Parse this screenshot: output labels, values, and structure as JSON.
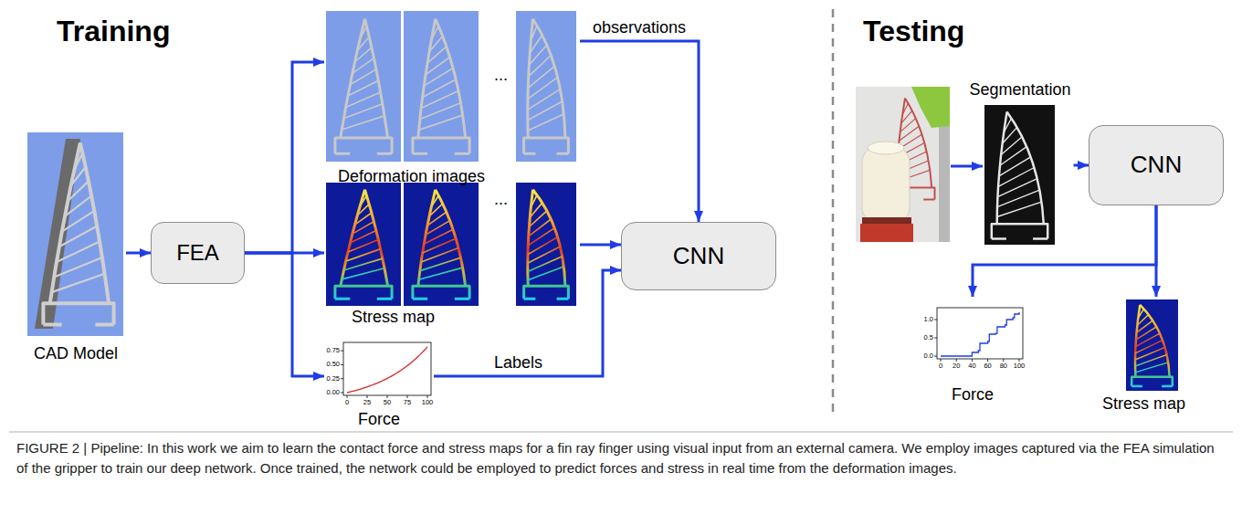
{
  "diagram": {
    "caption": "FIGURE 2 | Pipeline: In this work we aim to learn the contact force and stress maps for a fin ray finger using visual input from an external camera. We employ images captured via the FEA simulation of the gripper to train our deep network. Once trained, the network could be employed to predict forces and stress in real time from the deformation images.",
    "nodes": [
      {
        "text": [
          "CAD Model"
        ]
      },
      {
        "text": [
          "FEA"
        ]
      },
      {
        "text": [
          "...",
          "Deformation images"
        ]
      },
      {
        "text": [
          "...",
          "Stress map"
        ]
      },
      {
        "text": [
          "Force"
        ]
      },
      {
        "text": [
          "CNN"
        ]
      },
      {
        "text": [
          "Segmentation"
        ]
      },
      {
        "text": [
          "CNN"
        ]
      },
      {
        "text": [
          "Force"
        ]
      },
      {
        "text": [
          "Stress map"
        ]
      }
    ],
    "edges": [
      {
        "from": 0,
        "to": 1,
        "arrow": "to"
      },
      {
        "from": 1,
        "to": 2,
        "arrow": "to"
      },
      {
        "from": 1,
        "to": 3,
        "arrow": "to"
      },
      {
        "from": 1,
        "to": 4,
        "arrow": "to"
      },
      {
        "from": 2,
        "to": 5,
        "label": "observations",
        "arrow": "to"
      },
      {
        "from": 3,
        "to": 5,
        "arrow": "to"
      },
      {
        "from": 4,
        "to": 5,
        "label": "Labels",
        "arrow": "to"
      },
      {
        "from": 6,
        "to": 7,
        "arrow": "to"
      },
      {
        "from": 7,
        "to": 8,
        "arrow": "to"
      },
      {
        "from": 7,
        "to": 9,
        "arrow": "to"
      }
    ],
    "labels": [
      "Training",
      "Testing",
      "0.00",
      "0.25",
      "0.50",
      "0.75",
      "0",
      "25",
      "50",
      "75",
      "100",
      "0.0",
      "0.5",
      "1.0",
      "0",
      "20",
      "40",
      "60",
      "80",
      "100"
    ]
  }
}
